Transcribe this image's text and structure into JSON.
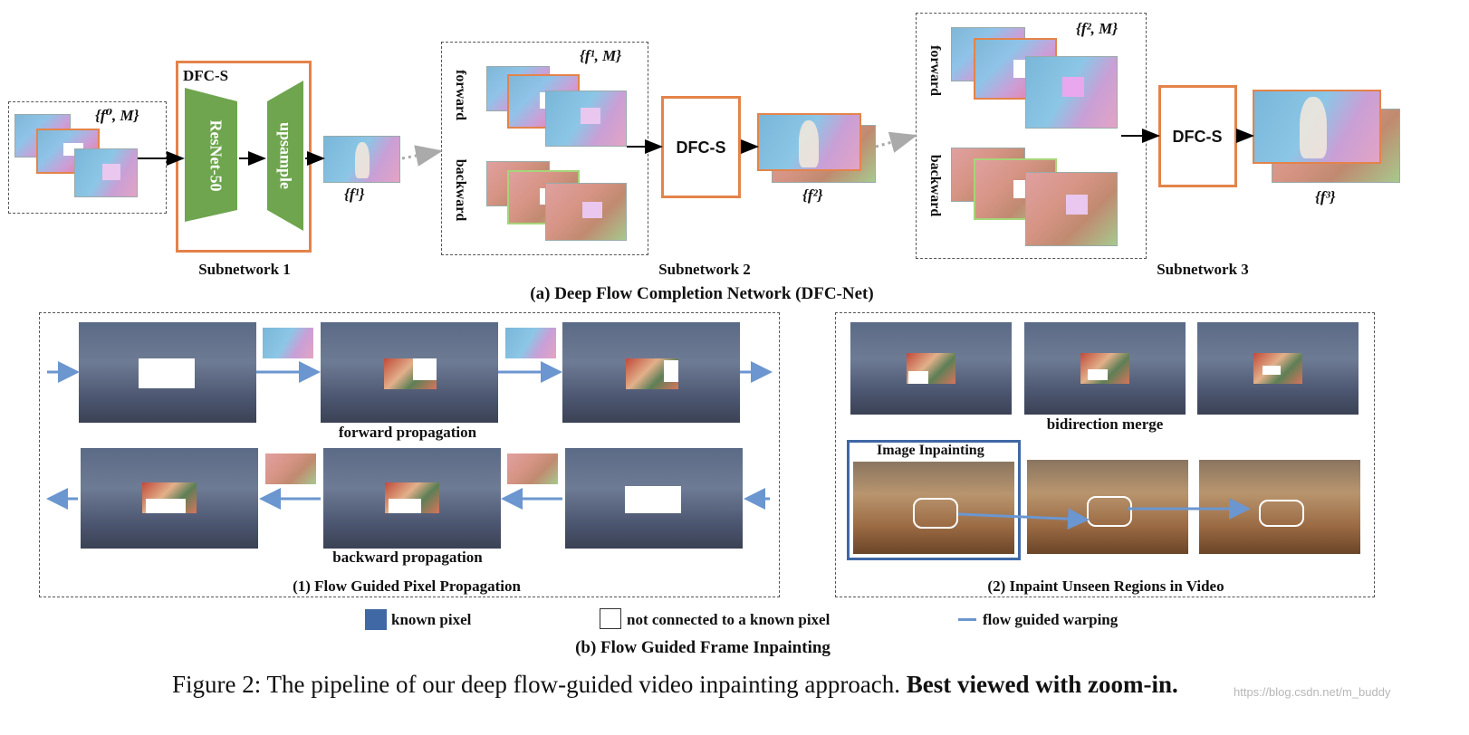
{
  "part_a": {
    "caption": "(a) Deep Flow Completion Network (DFC-Net)",
    "input_label": "{f⁰, M}",
    "dfcs_title": "DFC-S",
    "encoder_label": "ResNet-50",
    "decoder_label": "upsample",
    "output1_label": "{f¹}",
    "sub1_label": "Subnetwork 1",
    "sub2_input_label": "{f¹, M}",
    "forward_label": "forward",
    "backward_label": "backward",
    "sub2_block": "DFC-S",
    "output2_label": "{f²}",
    "sub2_label": "Subnetwork 2",
    "sub3_input_label": "{f², M}",
    "sub3_block": "DFC-S",
    "output3_label": "{f³}",
    "sub3_label": "Subnetwork 3"
  },
  "part_b": {
    "forward_prop_label": "forward propagation",
    "backward_prop_label": "backward propagation",
    "left_caption": "(1) Flow Guided Pixel Propagation",
    "merge_label": "bidirection merge",
    "image_inpainting_label": "Image Inpainting",
    "right_caption": "(2) Inpaint Unseen Regions in Video",
    "caption": "(b) Flow Guided Frame Inpainting"
  },
  "legend": {
    "known": "known pixel",
    "unknown": "not connected to a known pixel",
    "warp": "flow guided warping",
    "known_color": "#3f68a5",
    "warp_color": "#6b96cf"
  },
  "figure_caption": {
    "prefix": "Figure 2: The pipeline of our deep flow-guided video inpainting approach.",
    "bold": "Best viewed with zoom-in."
  },
  "watermark": "https://blog.csdn.net/m_buddy",
  "colors": {
    "accent_orange": "#e4834a",
    "block_green": "#6ea54e",
    "dash": "#555555"
  }
}
